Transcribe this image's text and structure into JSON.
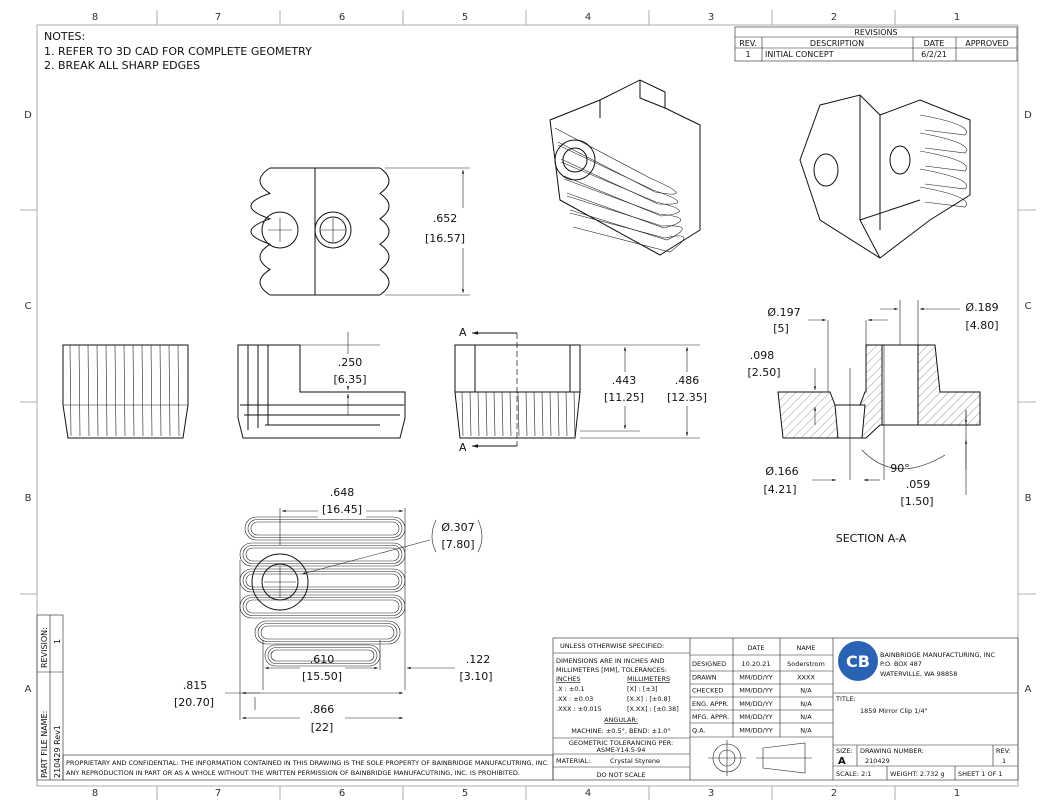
{
  "zones": {
    "columns": [
      "8",
      "7",
      "6",
      "5",
      "4",
      "3",
      "2",
      "1"
    ],
    "rows": [
      "D",
      "C",
      "B",
      "A"
    ]
  },
  "notes": {
    "heading": "NOTES:",
    "items": [
      "1.  REFER TO 3D CAD FOR COMPLETE GEOMETRY",
      "2.  BREAK ALL SHARP EDGES"
    ]
  },
  "revisions": {
    "title": "REVISIONS",
    "headers": [
      "REV.",
      "DESCRIPTION",
      "DATE",
      "APPROVED"
    ],
    "rows": [
      {
        "rev": "1",
        "description": "INITIAL CONCEPT",
        "date": "6/2/21",
        "approved": ""
      }
    ]
  },
  "dimensions": {
    "height_in": ".652",
    "height_mm": "[16.57]",
    "slot_in": ".250",
    "slot_mm": "[6.35]",
    "inner_in": ".443",
    "inner_mm": "[11.25]",
    "overall_h_in": ".486",
    "overall_h_mm": "[12.35]",
    "section_label_a": "A",
    "width_top_in": ".648",
    "width_top_mm": "[16.45]",
    "hole_in": "Ø.307",
    "hole_mm": "[7.80]",
    "rib_in": ".610",
    "rib_mm": "[15.50]",
    "offset_in": ".122",
    "offset_mm": "[3.10]",
    "body_in": ".815",
    "body_mm": "[20.70]",
    "overall_w_in": ".866",
    "overall_w_mm": "[22]",
    "sec_hole1_in": "Ø.197",
    "sec_hole1_mm": "[5]",
    "sec_hole2_in": "Ø.189",
    "sec_hole2_mm": "[4.80]",
    "sec_depth_in": ".098",
    "sec_depth_mm": "[2.50]",
    "sec_hole3_in": "Ø.166",
    "sec_hole3_mm": "[4.21]",
    "sec_angle": "90°",
    "sec_wall_in": ".059",
    "sec_wall_mm": "[1.50]",
    "section_title": "SECTION A-A"
  },
  "title_block": {
    "tolerances": {
      "heading": "UNLESS OTHERWISE SPECIFIED:",
      "line1": "DIMENSIONS ARE IN INCHES AND",
      "line2": "MILLIMETERS [MM], TOLERANCES:",
      "inches_label": "INCHES",
      "mm_label": "MILLIMETERS",
      "rows": [
        {
          "in": ".X :      ±0.1",
          "mm": "[X]     : [±3]"
        },
        {
          "in": ".XX :    ±0.03",
          "mm": "[X.X]   : [±0.8]"
        },
        {
          "in": ".XXX :  ±0.015",
          "mm": "[X.XX] : [±0.38]"
        }
      ],
      "angular_label": "ANGULAR:",
      "angular": "MACHINE: ±0.5°, BEND: ±1.0°",
      "geometric1": "GEOMETRIC TOLERANCING PER:",
      "geometric2": "ASME-Y14.5-94",
      "material_label": "MATERIAL:",
      "material": "Crystal Styrene",
      "do_not_scale": "DO NOT SCALE"
    },
    "approvals": {
      "headers": [
        "",
        "DATE",
        "NAME"
      ],
      "rows": [
        {
          "role": "DESIGNED",
          "date": "10.20.21",
          "name": "Soderstrom"
        },
        {
          "role": "DRAWN",
          "date": "MM/DD/YY",
          "name": "XXXX"
        },
        {
          "role": "CHECKED",
          "date": "MM/DD/YY",
          "name": "N/A"
        },
        {
          "role": "ENG. APPR.",
          "date": "MM/DD/YY",
          "name": "N/A"
        },
        {
          "role": "MFG. APPR.",
          "date": "MM/DD/YY",
          "name": "N/A"
        },
        {
          "role": "Q.A.",
          "date": "MM/DD/YY",
          "name": "N/A"
        }
      ]
    },
    "company": {
      "name": "BAINBRIDGE MANUFACTURING, INC",
      "address1": "P.O. BOX 487",
      "address2": "WATERVILLE, WA 98858",
      "logo_text": "CB",
      "brand_color": "#2a63b4"
    },
    "title_label": "TITLE:",
    "title": "1859 Mirror Clip 1/4\"",
    "size_label": "SIZE:",
    "size": "A",
    "drawing_number_label": "DRAWING NUMBER:",
    "drawing_number": "210429",
    "rev_label": "REV:",
    "rev": "1",
    "scale": "SCALE: 2:1",
    "weight": "WEIGHT: 2.732 g",
    "sheet": "SHEET 1 OF 1"
  },
  "side_block": {
    "revision_label": "REVISION:",
    "revision": "1",
    "part_file_label": "PART FILE NAME:",
    "part_file": "210429 Rev1"
  },
  "proprietary": {
    "line1": "PROPRIETARY AND CONFIDENTIAL: THE INFORMATION CONTAINED IN THIS DRAWING IS THE SOLE PROPERTY OF BAINBRIDGE MANUFACUTRING, INC.",
    "line2": "ANY REPRODUCTION IN PART OR AS A WHOLE WITHOUT THE WRITTEN PERMISSION OF BAINBRIDGE MANUFACUTRING, INC. IS PROHIBITED."
  }
}
